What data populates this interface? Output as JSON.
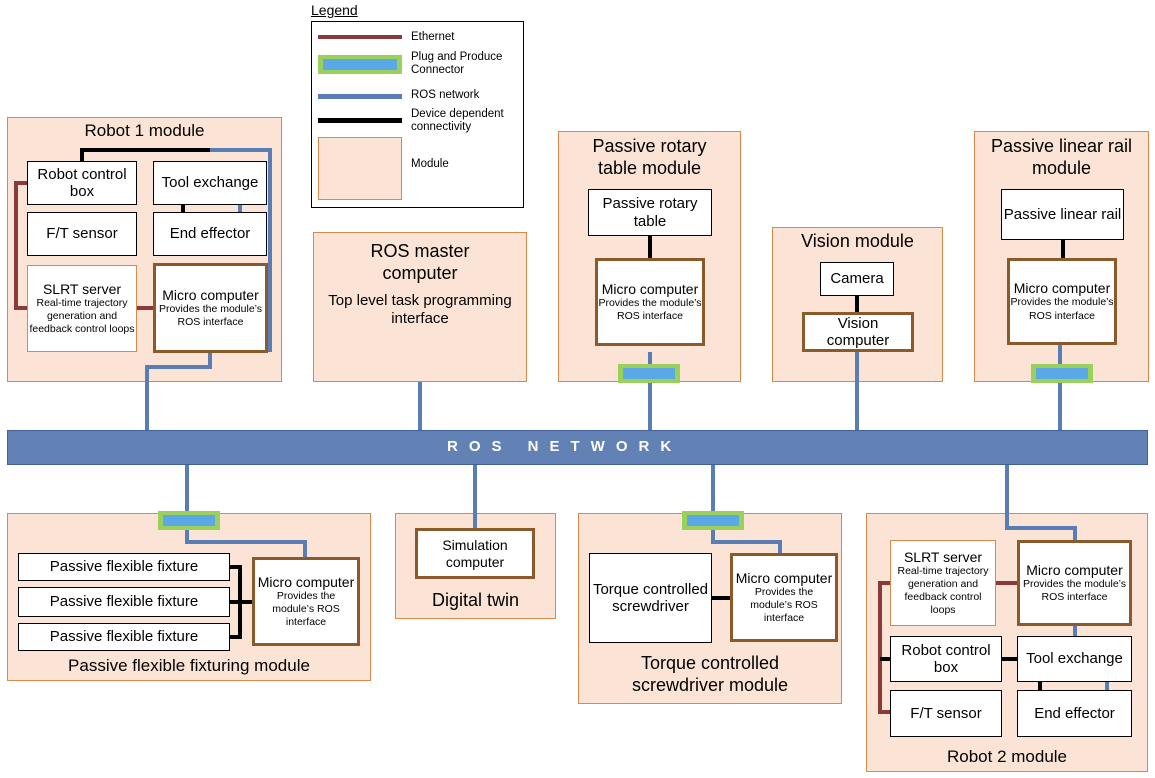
{
  "legend": {
    "title": "Legend",
    "ethernet": "Ethernet",
    "pnp": "Plug and Produce Connector",
    "ros": "ROS network",
    "device": "Device dependent connectivity",
    "module": "Module"
  },
  "network": {
    "label": "ROS NETWORK"
  },
  "robot1": {
    "title": "Robot 1 module",
    "control_box": "Robot control box",
    "tool_exchange": "Tool exchange",
    "ft_sensor": "F/T sensor",
    "end_effector": "End effector",
    "slrt_title": "SLRT server",
    "slrt_desc": "Real-time trajectory generation and feedback control loops",
    "micro_title": "Micro computer",
    "micro_desc": "Provides the module’s ROS interface"
  },
  "ros_master": {
    "title": "ROS master computer",
    "desc": "Top level task programming interface"
  },
  "rotary": {
    "title": "Passive rotary table module",
    "device": "Passive rotary table",
    "micro_title": "Micro computer",
    "micro_desc": "Provides the module’s ROS interface"
  },
  "vision": {
    "title": "Vision module",
    "camera": "Camera",
    "computer": "Vision computer"
  },
  "linear": {
    "title": "Passive linear rail module",
    "device": "Passive linear rail",
    "micro_title": "Micro computer",
    "micro_desc": "Provides the module’s ROS interface"
  },
  "fixture": {
    "title": "Passive flexible fixturing module",
    "items": [
      "Passive flexible fixture",
      "Passive flexible fixture",
      "Passive flexible fixture"
    ],
    "micro_title": "Micro computer",
    "micro_desc": "Provides the module’s ROS interface"
  },
  "twin": {
    "title": "Digital twin",
    "computer": "Simulation computer"
  },
  "screwdriver": {
    "title": "Torque controlled screwdriver module",
    "device": "Torque controlled screwdriver",
    "micro_title": "Micro computer",
    "micro_desc": "Provides the module’s ROS interface"
  },
  "robot2": {
    "title": "Robot 2 module",
    "slrt_title": "SLRT server",
    "slrt_desc": "Real-time trajectory generation and feedback control loops",
    "micro_title": "Micro computer",
    "micro_desc": "Provides the module’s ROS interface",
    "control_box": "Robot control box",
    "tool_exchange": "Tool exchange",
    "ft_sensor": "F/T sensor",
    "end_effector": "End effector"
  },
  "colors": {
    "ethernet": "#8b3a3a",
    "ros": "#5b7db5",
    "pnp_outer": "#9bd05a",
    "pnp_inner": "#5aa9e6",
    "module_fill": "#fbe4d5",
    "module_border": "#d9894a",
    "micro_border": "#8b5a2b"
  }
}
